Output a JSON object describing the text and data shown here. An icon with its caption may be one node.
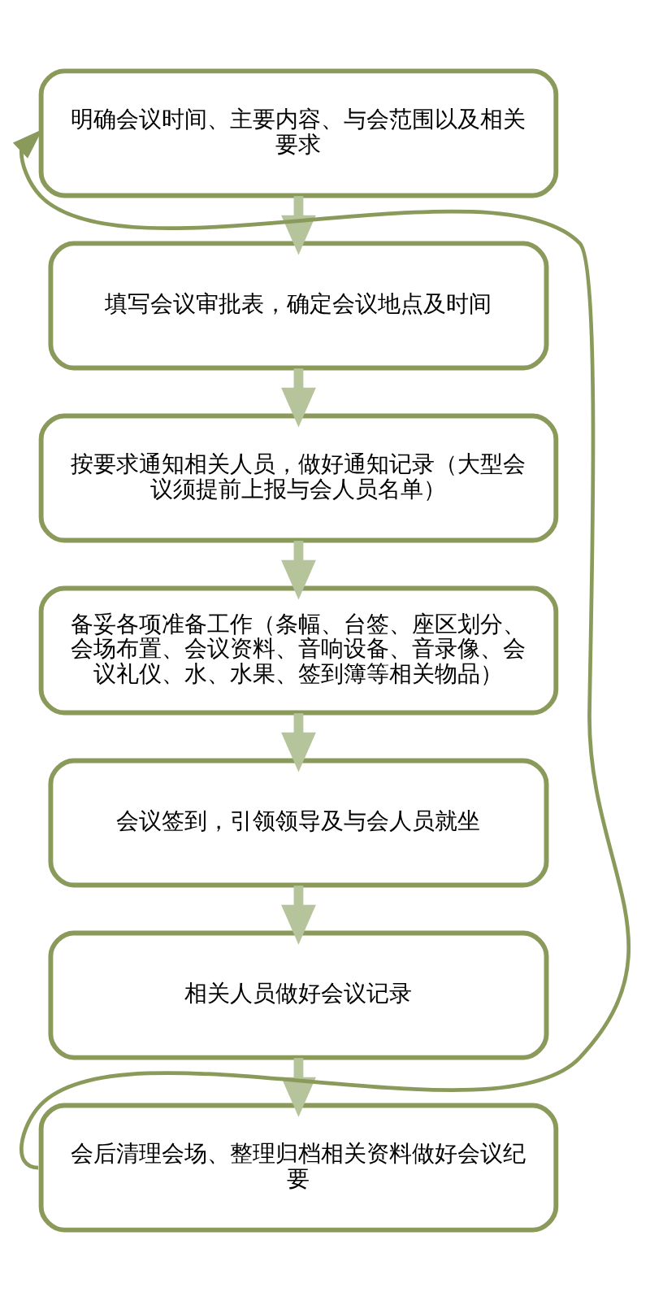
{
  "diagram": {
    "nodes": [
      {
        "text": [
          "明确会议时间、主要内容、与会范围以及相关要求"
        ]
      },
      {
        "text": [
          "填写会议审批表，确定会议地点及时间"
        ]
      },
      {
        "text": [
          "按要求通知相关人员，做好通知记录（大型会议须提前上报与会人员名单）"
        ]
      },
      {
        "text": [
          "备妥各项准备工作（条幅、台签、座区划分、会场布置、会议资料、音响设备、音录像、会议礼仪、水、水果、签到簿等相关物品）"
        ]
      },
      {
        "text": [
          "会议签到，引领领导及与会人员就坐"
        ]
      },
      {
        "text": [
          "相关人员做好会议记录"
        ]
      },
      {
        "text": [
          "会后清理会场、整理归档相关资料做好会议纪要"
        ]
      }
    ],
    "edges": [
      {
        "from": 0,
        "to": 1,
        "arrow": "to"
      },
      {
        "from": 1,
        "to": 2,
        "arrow": "to"
      },
      {
        "from": 2,
        "to": 3,
        "arrow": "to"
      },
      {
        "from": 3,
        "to": 4,
        "arrow": "to"
      },
      {
        "from": 4,
        "to": 5,
        "arrow": "to"
      },
      {
        "from": 5,
        "to": 6,
        "arrow": "to"
      },
      {
        "from": 6,
        "to": 0,
        "arrow": "to"
      }
    ]
  }
}
